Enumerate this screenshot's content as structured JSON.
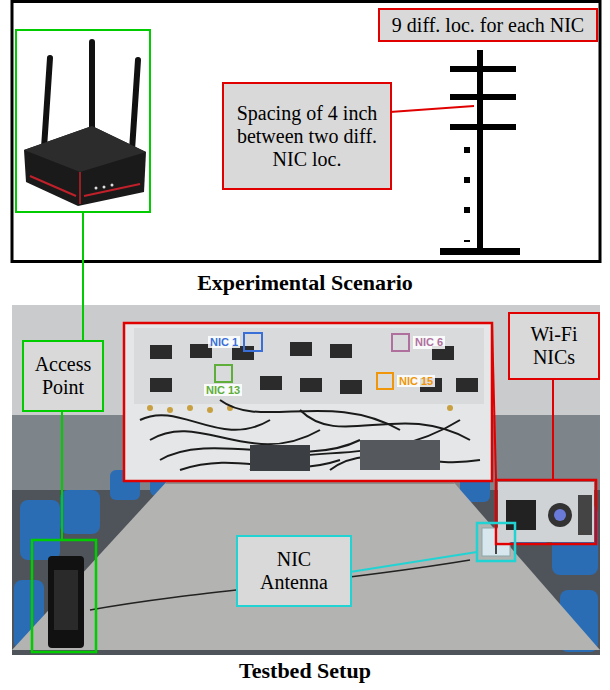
{
  "diagram": {
    "nodes": [
      {
        "text": [
          "9 diff. loc. for each NIC"
        ]
      },
      {
        "text": [
          "Spacing of 4 inch between two diff. NIC loc."
        ]
      },
      {
        "text": [
          "Access Point"
        ]
      },
      {
        "text": [
          "NIC 1"
        ]
      },
      {
        "text": [
          "NIC 6"
        ]
      },
      {
        "text": [
          "Wi-Fi NICs"
        ]
      },
      {
        "text": [
          "NIC 13"
        ]
      },
      {
        "text": [
          "NIC 15"
        ]
      },
      {
        "text": [
          "NIC Antenna"
        ]
      }
    ],
    "labels": [
      "Experimental Scenario",
      "Testbed Setup"
    ]
  }
}
